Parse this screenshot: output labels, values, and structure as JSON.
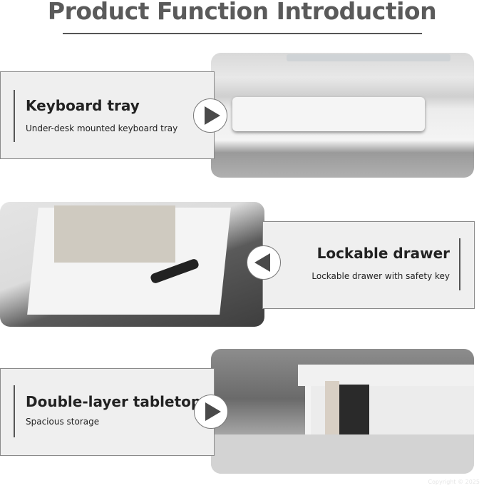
{
  "title": "Product Function Introduction",
  "features": [
    {
      "heading": "Keyboard tray",
      "description": "Under-desk mounted keyboard tray",
      "arrow": "right"
    },
    {
      "heading": "Lockable drawer",
      "description": "Lockable drawer with safety key",
      "arrow": "left"
    },
    {
      "heading": "Double-layer tabletop",
      "description": "Spacious storage",
      "arrow": "right"
    }
  ],
  "watermark": "Copyright © 2025"
}
